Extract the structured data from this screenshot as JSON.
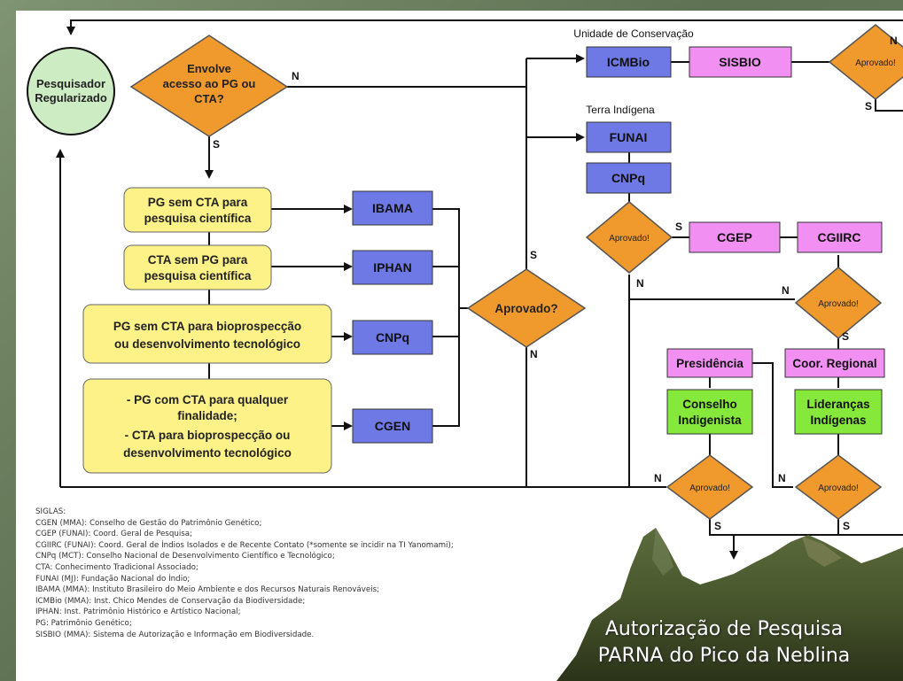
{
  "diagram": {
    "start_node": {
      "line1": "Pesquisador",
      "line2": "Regularizado"
    },
    "decision_main": {
      "line1": "Envolve",
      "line2": "acesso ao PG ou",
      "line3": "CTA?"
    },
    "cases": [
      {
        "lines": [
          "PG sem CTA para",
          "pesquisa científica"
        ],
        "agency": "IBAMA"
      },
      {
        "lines": [
          "CTA sem PG para",
          "pesquisa científica"
        ],
        "agency": "IPHAN"
      },
      {
        "lines": [
          "PG sem CTA para bioprospecção",
          "ou desenvolvimento tecnológico"
        ],
        "agency": "CNPq"
      },
      {
        "lines": [
          "- PG com CTA para qualquer",
          "finalidade;",
          "- CTA para bioprospecção ou",
          "desenvolvimento tecnológico"
        ],
        "agency": "CGEN"
      }
    ],
    "decision_aprovado_big": "Aprovado?",
    "decision_small": "Aprovado!",
    "uc_label": "Unidade de Conservação",
    "ti_label": "Terra Indígena",
    "uc_nodes": [
      "ICMBio",
      "SISBIO"
    ],
    "ti_nodes": [
      "FUNAI",
      "CNPq",
      "CGEP",
      "CGIIRC",
      "Presidência",
      "Coor. Regional"
    ],
    "green_nodes": [
      {
        "line1": "Conselho",
        "line2": "Indigenista"
      },
      {
        "line1": "Lideranças",
        "line2": "Indígenas"
      }
    ],
    "label_n": "N",
    "label_s": "S"
  },
  "legend": {
    "heading": "SIGLAS:",
    "items": [
      "CGEN (MMA): Conselho de Gestão do Patrimônio Genético;",
      "CGEP (FUNAI): Coord. Geral de Pesquisa;",
      "CGIIRC (FUNAI): Coord. Geral de Índios Isolados e de Recente Contato (*somente se incidir na TI Yanomami);",
      "CNPq (MCT): Conselho Nacional de Desenvolvimento Científico e Tecnológico;",
      "CTA: Conhecimento Tradicional Associado;",
      "FUNAI (MJ): Fundação Nacional do Índio;",
      "IBAMA (MMA): Instituto Brasileiro do Meio Ambiente e dos Recursos Naturais Renováveis;",
      "ICMBio (MMA): Inst. Chico Mendes de Conservação da Biodiversidade;",
      "IPHAN: Inst. Patrimônio Histórico e Artístico Nacional;",
      "PG: Patrimônio Genético;",
      "SISBIO (MMA): Sistema de Autorização e Informação em Biodiversidade."
    ]
  },
  "title": {
    "line1": "Autorização de Pesquisa",
    "line2": "PARNA do Pico da Neblina"
  },
  "colors": {
    "yellow": "#fdf287",
    "blue": "#6f79e6",
    "pink": "#f28ff2",
    "green": "#86e83a",
    "orange": "#f0992c",
    "start": "#cdecc4",
    "line": "#111111"
  }
}
